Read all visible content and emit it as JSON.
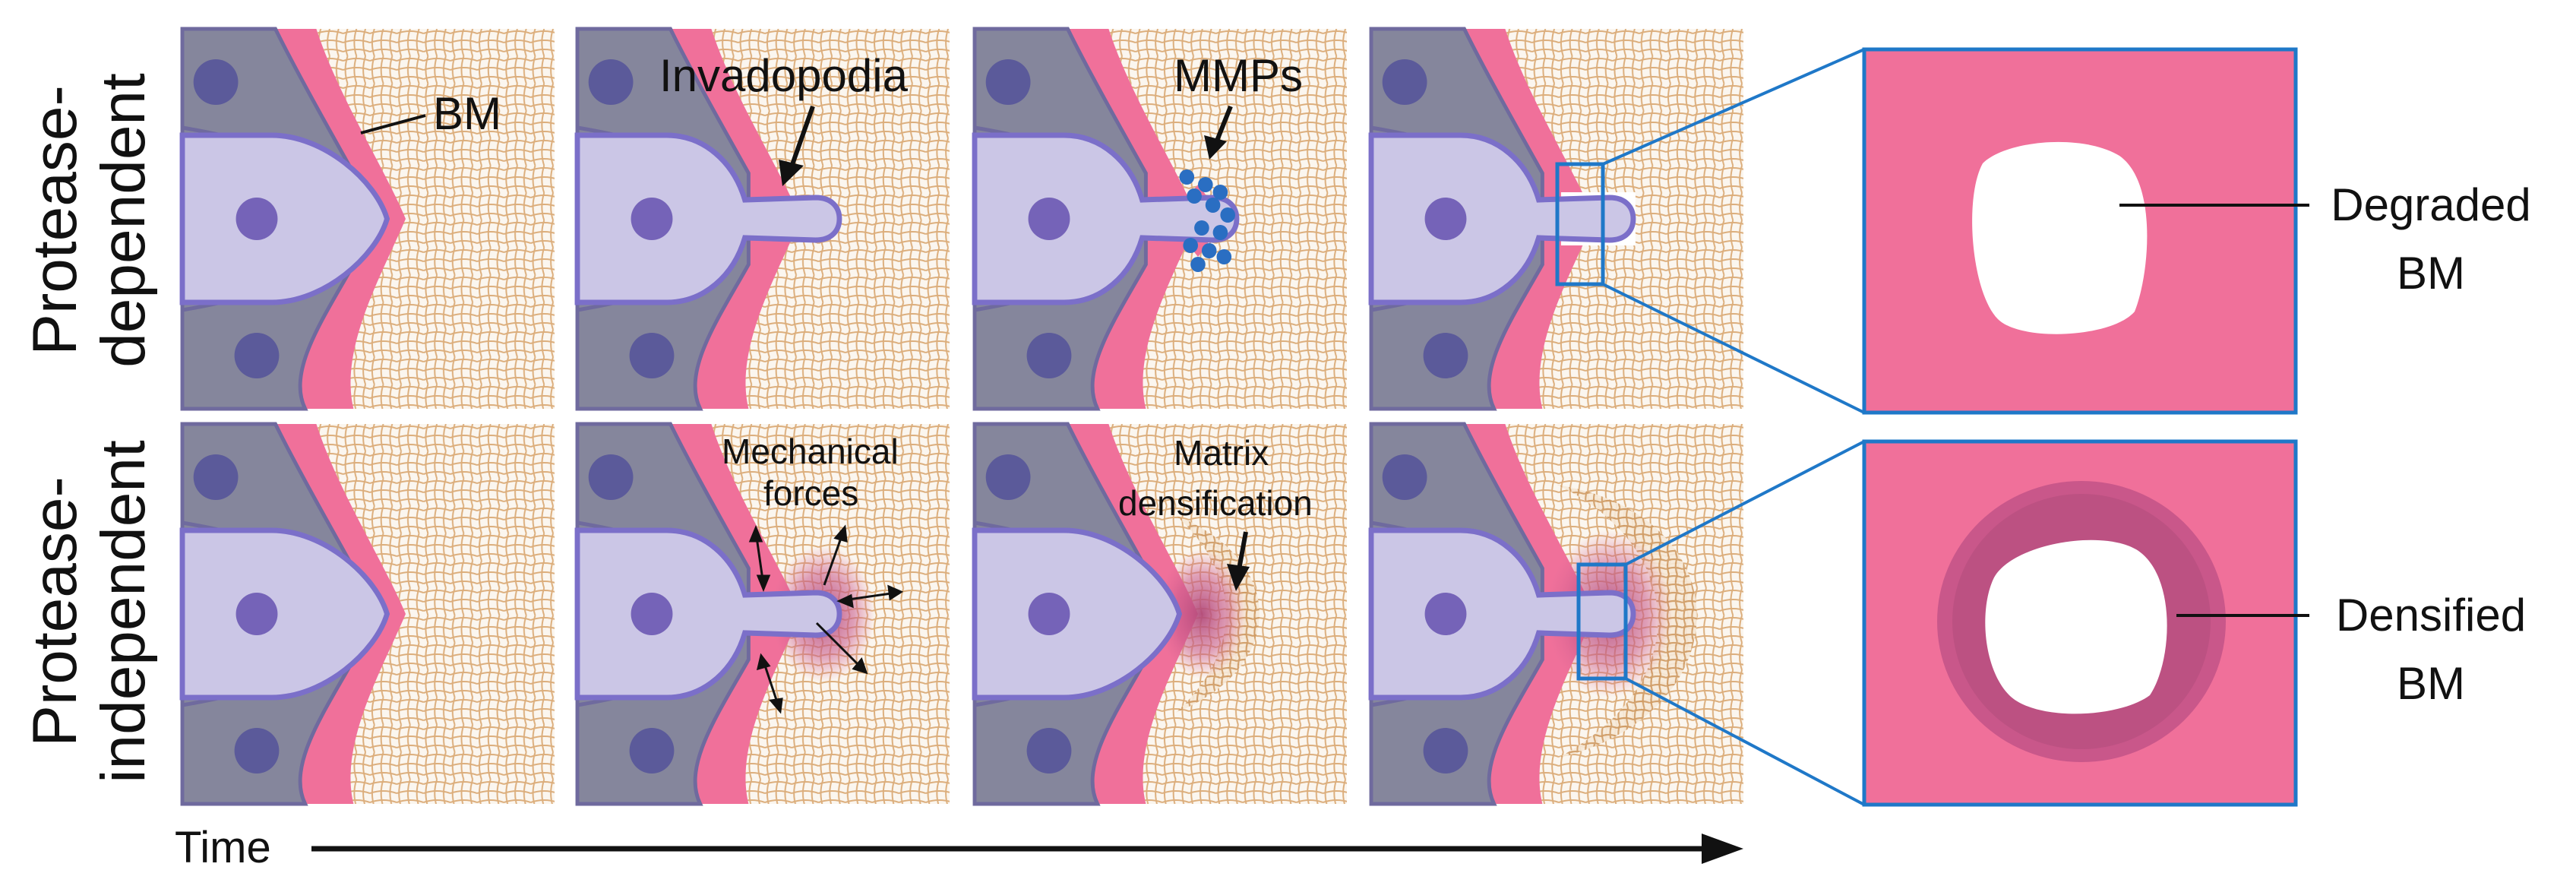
{
  "rows": [
    {
      "label_line1": "Protease-",
      "label_line2": "dependent"
    },
    {
      "label_line1": "Protease-",
      "label_line2": "independent"
    }
  ],
  "labels": {
    "bm": "BM",
    "invadopodia": "Invadopodia",
    "mmps": "MMPs",
    "mechanical_line1": "Mechanical",
    "mechanical_line2": "forces",
    "matrix_line1": "Matrix",
    "matrix_line2": "densification"
  },
  "zoom_labels": {
    "degraded_line1": "Degraded",
    "degraded_line2": "BM",
    "densified_line1": "Densified",
    "densified_line2": "BM"
  },
  "time_label": "Time",
  "colors": {
    "basement_membrane": "#f0709a",
    "epithelial_cell": "#85869c",
    "invading_cell": "#cbc6e6",
    "cell_border": "#7b6fc9",
    "nucleus": "#7563b8",
    "neighbor_nucleus": "#5b5a9a",
    "matrix_fiber": "#d9a672",
    "mmp_dots": "#2a6ec2",
    "zoom_outline": "#1f78c8"
  }
}
